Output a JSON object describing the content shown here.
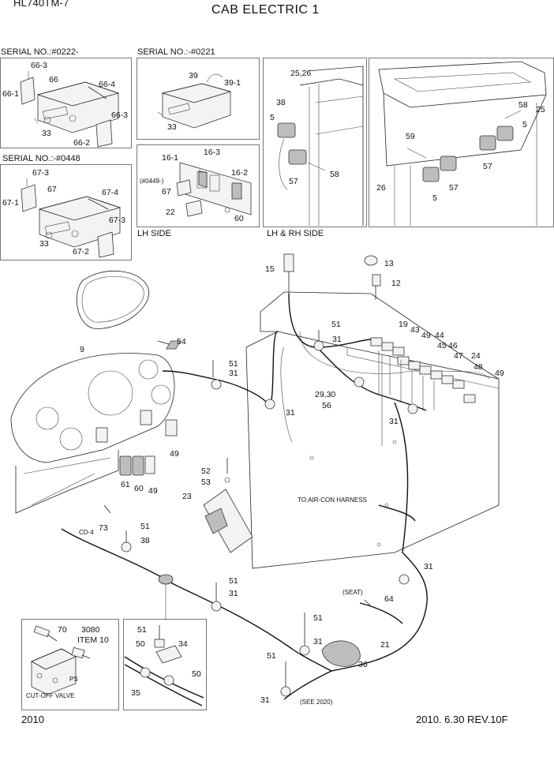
{
  "header": {
    "model": "HL740TM-7",
    "title": "CAB ELECTRIC 1"
  },
  "footer": {
    "page": "2010",
    "revision": "2010. 6.30  REV.10F"
  },
  "panels": {
    "radio_a": {
      "serial": "SERIAL NO.:#0222-",
      "labels": [
        "66-3",
        "66",
        "66-4",
        "66-1",
        "66-3",
        "33",
        "66-2"
      ]
    },
    "radio_b": {
      "serial": "SERIAL NO.:-#0221",
      "labels": [
        "39",
        "39-1",
        "33"
      ]
    },
    "radio_c": {
      "serial": "SERIAL NO.:-#0448",
      "labels": [
        "67-3",
        "67",
        "67-4",
        "67-1",
        "67-3",
        "33",
        "67-2"
      ]
    },
    "lh_side": {
      "caption": "LH SIDE",
      "labels": [
        "16-1",
        "16-3",
        "16-2",
        "(#0449-)",
        "67",
        "22",
        "60"
      ]
    },
    "lh_rh_side": {
      "caption": "LH & RH SIDE",
      "labels": [
        "25,26",
        "38",
        "5",
        "57",
        "58"
      ]
    },
    "right_cab": {
      "labels": [
        "58",
        "25",
        "5",
        "59",
        "57",
        "26",
        "57",
        "5"
      ]
    },
    "cutoff": {
      "caption": "CUT-OFF VALVE",
      "labels": [
        "70",
        "3080",
        "ITEM 10",
        "PS"
      ]
    },
    "clamp": {
      "labels": [
        "51",
        "50",
        "34",
        "50",
        "35"
      ]
    }
  },
  "main_labels": {
    "l15": "15",
    "l13": "13",
    "l12": "12",
    "l9": "9",
    "l54": "54",
    "l51a": "51",
    "l31a": "31",
    "l51b": "51",
    "l31b": "31",
    "l19": "19",
    "l43": "43",
    "l49a": "49",
    "l44": "44",
    "l45": "45",
    "l46": "46",
    "l47": "47",
    "l24": "24",
    "l48": "48",
    "l49b": "49",
    "l2930": "29,30",
    "l56": "56",
    "l31c": "31",
    "l31d": "31",
    "l49c": "49",
    "l61": "61",
    "l60": "60",
    "l49d": "49",
    "l52": "52",
    "l53": "53",
    "l23": "23",
    "aircon": "TO:AIR-CON HARNESS",
    "l73": "73",
    "cd4": "CD-4",
    "l51c": "51",
    "l38": "38",
    "l51d": "51",
    "l31e": "31",
    "l31f": "31",
    "seat": "(SEAT)",
    "l64": "64",
    "l51e": "51",
    "l31g": "31",
    "l21": "21",
    "l51f": "51",
    "l36": "36",
    "l31h": "31",
    "see2020": "(SEE 2020)"
  }
}
